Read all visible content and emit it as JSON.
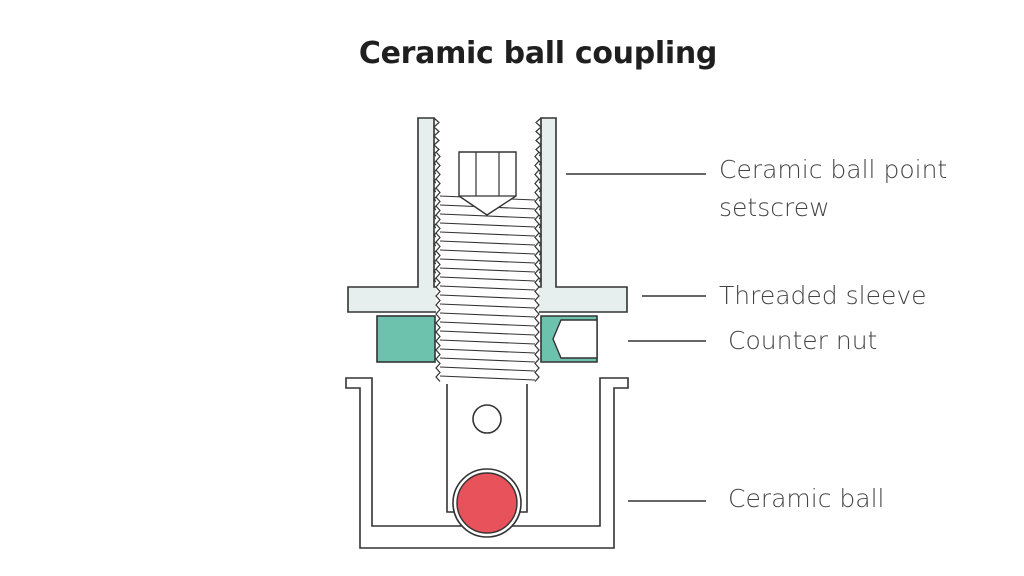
{
  "title": "Ceramic ball coupling",
  "labels": {
    "setscrew_line1": "Ceramic ball point",
    "setscrew_line2": "setscrew",
    "sleeve": "Threaded sleeve",
    "nut": "Counter nut",
    "ball": "Ceramic ball"
  },
  "colors": {
    "sleeve": "#e6efee",
    "nut": "#6cc2ad",
    "ball": "#e8525a",
    "stroke": "#333333",
    "background": "#ffffff"
  }
}
